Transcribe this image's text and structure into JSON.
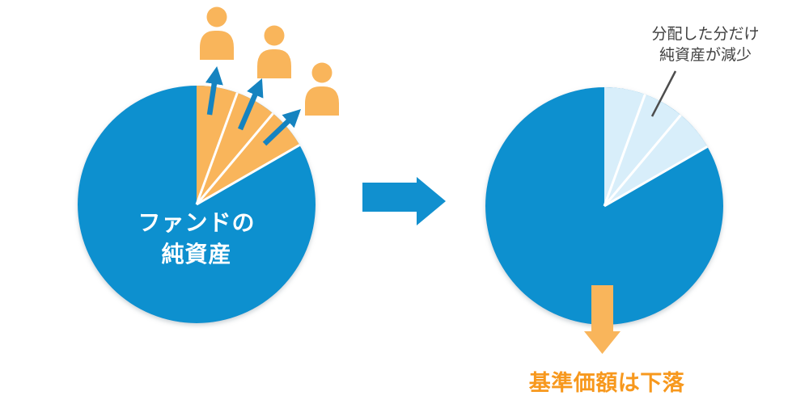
{
  "colors": {
    "pie_blue": "#1190CF",
    "arrow_blue": "#1583C0",
    "orange": "#F9B55B",
    "pale_blue": "#D8EEFA",
    "caption_orange": "#F7981D",
    "annotation_gray": "#404040",
    "pointer_gray": "#4D4D4D",
    "divider_white": "#FFFFFF",
    "pie_label_white": "#FFFFFF"
  },
  "left_panel": {
    "pie_label_line1": "ファンドの",
    "pie_label_line2": "純資産",
    "wedge": {
      "start_deg": 0,
      "end_deg": 60,
      "sub_slices": 3,
      "fill": "orange"
    },
    "investor_count": 3,
    "payout_arrow_count": 3
  },
  "transition": {
    "arrow": "right-arrow"
  },
  "right_panel": {
    "annotation_line1": "分配した分だけ",
    "annotation_line2": "純資産が減少",
    "wedge": {
      "start_deg": 0,
      "end_deg": 60,
      "sub_slices": 3,
      "fill": "pale_blue"
    },
    "caption": "基準価額は下落",
    "decline_arrow": "down-arrow"
  },
  "icons": {
    "investor_icon": "person-silhouette",
    "payout_arrow_icon": "thin-up-arrow",
    "transition_arrow_icon": "block-right-arrow",
    "decline_arrow_icon": "block-down-arrow"
  }
}
